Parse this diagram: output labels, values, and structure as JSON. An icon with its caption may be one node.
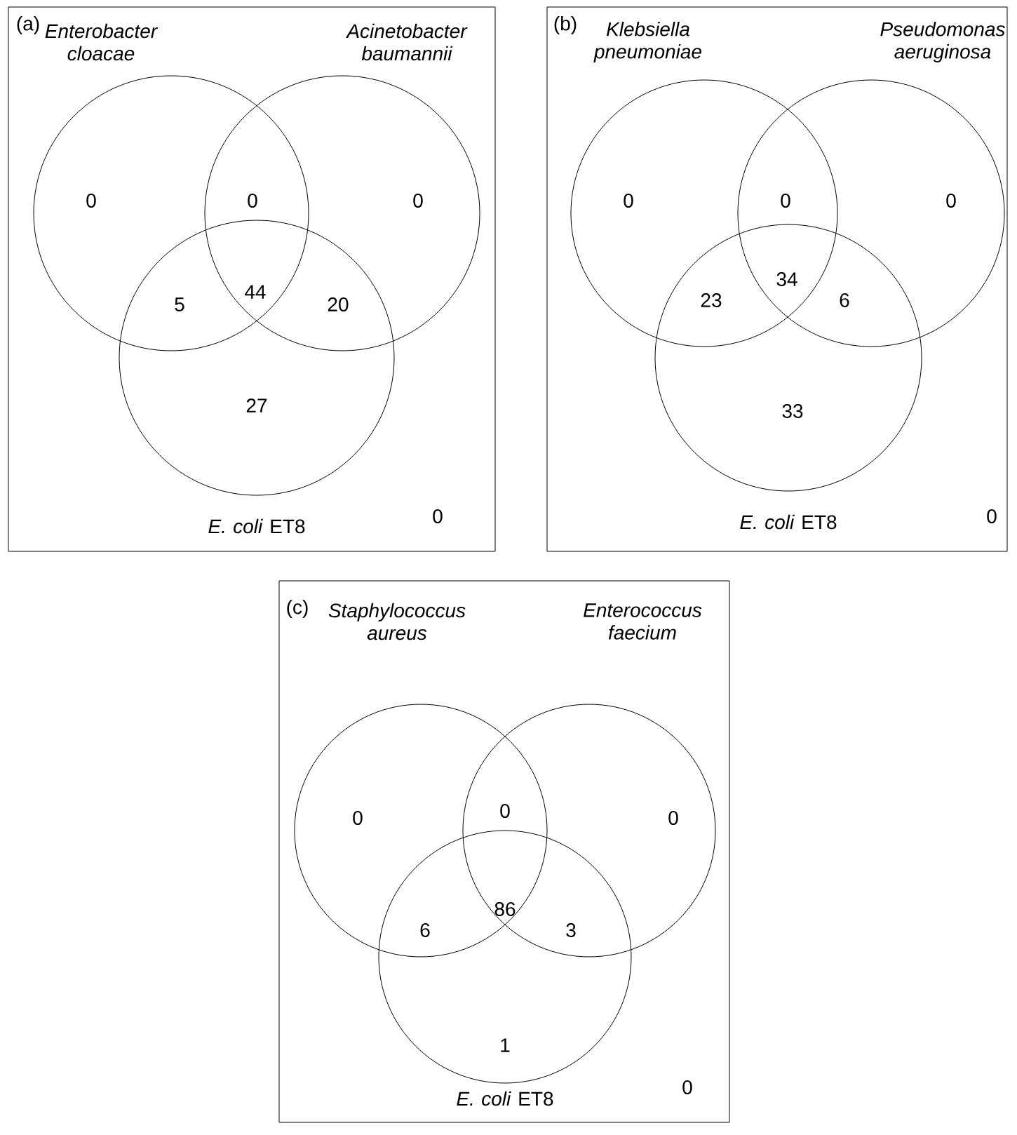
{
  "diagram": {
    "nodes": [
      {
        "text": [
          "(a)"
        ]
      },
      {
        "text": [
          "Enterobacter cloacae"
        ],
        "in": 0
      },
      {
        "text": [
          "Acinetobacter baumannii"
        ],
        "in": 0
      },
      {
        "text": [
          "*E. coli* ET8"
        ],
        "in": 0
      },
      {
        "text": [
          "(b)"
        ]
      },
      {
        "text": [
          "Klebsiella pneumoniae"
        ],
        "in": 4
      },
      {
        "text": [
          "Pseudomonas aeruginosa"
        ],
        "in": 4
      },
      {
        "text": [
          "*E. coli* ET8"
        ],
        "in": 4
      },
      {
        "text": [
          "(c)"
        ]
      },
      {
        "text": [
          "Staphylococcus aureus"
        ],
        "in": 8
      },
      {
        "text": [
          "Enterococcus faecium"
        ],
        "in": 8
      },
      {
        "text": [
          "*E. coli* ET8"
        ],
        "in": 8
      }
    ],
    "labels": [
      "0",
      "0",
      "0",
      "44",
      "5",
      "20",
      "27",
      "0",
      "0",
      "0",
      "0",
      "34",
      "23",
      "6",
      "33",
      "0",
      "0",
      "0",
      "0",
      "86",
      "6",
      "3",
      "1",
      "0"
    ]
  }
}
